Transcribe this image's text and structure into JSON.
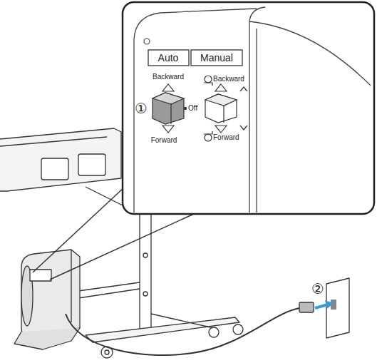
{
  "diagram": {
    "labels": [
      "Auto",
      "Backward",
      "Off",
      "Forward",
      "Manual",
      "Backward",
      "Forward",
      "①",
      "②"
    ]
  }
}
